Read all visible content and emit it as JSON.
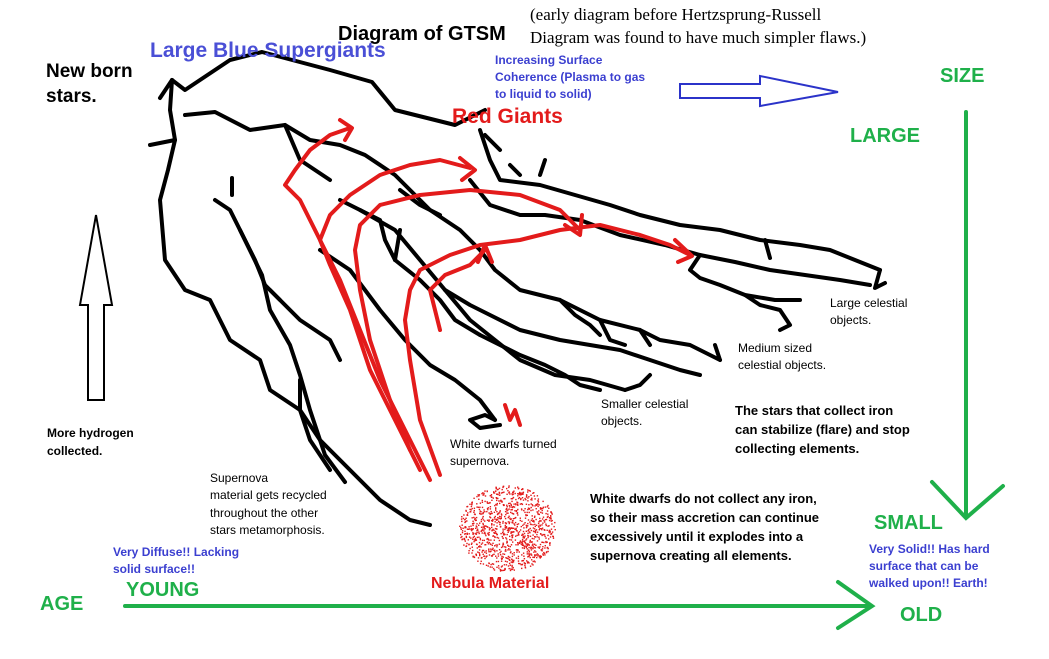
{
  "title": "Diagram of GTSM",
  "note": "(early diagram before Hertzsprung-Russell\nDiagram was found to have much simpler flaws.)",
  "labels": {
    "large_blue_supergiants": "Large Blue Supergiants",
    "new_born_stars": "New born\nstars.",
    "increasing_surface": "Increasing Surface\nCoherence (Plasma to gas\nto liquid to solid)",
    "red_giants": "Red Giants",
    "size": "SIZE",
    "large": "LARGE",
    "small": "SMALL",
    "age": "AGE",
    "young": "YOUNG",
    "old": "OLD",
    "more_hydrogen": "More hydrogen\ncollected.",
    "large_celestial": "Large celestial\nobjects.",
    "medium_celestial": "Medium sized\ncelestial objects.",
    "smaller_celestial": "Smaller celestial\nobjects.",
    "white_dwarfs_supernova": "White dwarfs turned\nsupernova.",
    "supernova_recycled": "Supernova\nmaterial gets recycled\nthroughout the other\nstars metamorphosis.",
    "iron_stars": "The stars that collect iron\ncan stabilize (flare) and stop\ncollecting elements.",
    "white_dwarfs_note": "White dwarfs do not collect any iron,\nso their mass accretion can continue\nexcessively until it explodes into a\nsupernova creating all elements.",
    "very_diffuse": "Very Diffuse!! Lacking\nsolid surface!!",
    "very_solid": "Very Solid!! Has hard\nsurface that can be\nwalked upon!! Earth!",
    "nebula": "Nebula Material"
  },
  "colors": {
    "branch": "#000000",
    "red_path": "#e31b1b",
    "green_axis": "#1fb04a",
    "blue_arrow": "#2b33c9",
    "blue_text": "#3b3fd0"
  }
}
